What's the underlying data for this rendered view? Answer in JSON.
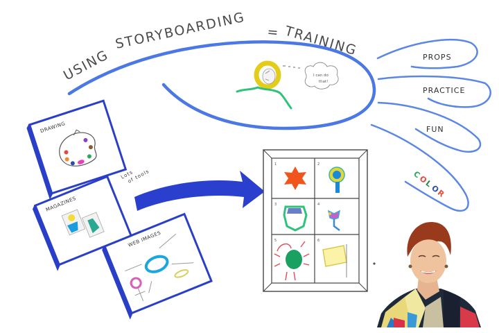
{
  "title": {
    "part1": "USING",
    "part2": "STORYBOARDING",
    "part3": "=",
    "part4": "TRAINING"
  },
  "thought_bubble": {
    "line1": "I can do",
    "line2": "that!"
  },
  "branches": [
    {
      "label": "PROPS"
    },
    {
      "label": "PRACTICE"
    },
    {
      "label": "FUN"
    },
    {
      "label": "COLOR",
      "letters": [
        "C",
        "O",
        "L",
        "O",
        "R"
      ],
      "letter_colors": [
        "#2aa860",
        "#e04a3a",
        "#2e8a4a",
        "#2c4ea8",
        "#e0503a"
      ]
    }
  ],
  "cards": [
    {
      "label": "DRAWING"
    },
    {
      "label": "MAGAZINES"
    },
    {
      "label": "WEB IMAGES"
    }
  ],
  "arrow_note": {
    "line1": "Lots",
    "line2": "of tools"
  },
  "storyboard": {
    "cells": [
      {
        "number": "1",
        "icon": "star-shape"
      },
      {
        "number": "2",
        "icon": "ribbon-badge"
      },
      {
        "number": "3",
        "icon": "shield-emblem"
      },
      {
        "number": "4",
        "icon": "butterfly-figure"
      },
      {
        "number": "5",
        "icon": "sun-head"
      },
      {
        "number": "6",
        "icon": "flag"
      }
    ]
  },
  "colors": {
    "line_blue": "#3f6fe0",
    "light_blue": "#6b93ea",
    "card_blue": "#2a3fc8",
    "arrow_blue": "#2b3fcf",
    "hair_yellow": "#e8d020",
    "body_green": "#2ec27a"
  }
}
